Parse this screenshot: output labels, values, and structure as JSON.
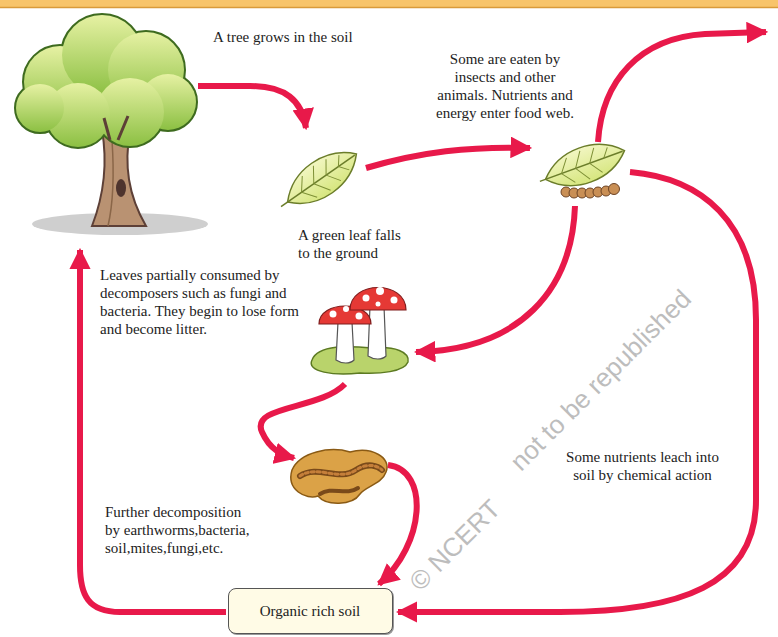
{
  "diagram": {
    "nodes": [
      {
        "text": [
          "Organic rich soil"
        ]
      }
    ],
    "labels": [
      "A tree grows in the soil",
      "A green leaf falls to the ground",
      "Some are eaten by insects and other animals. Nutrients and energy enter food web.",
      "Leaves partially consumed by decomposers such as fungi and bacteria. They begin to lose form and become litter.",
      "Some nutrients leach into soil by chemical action",
      "Further decomposition by earthworms,bacteria, soil,mites,fungi,etc.",
      "© NCERT",
      "not to be republished"
    ]
  }
}
